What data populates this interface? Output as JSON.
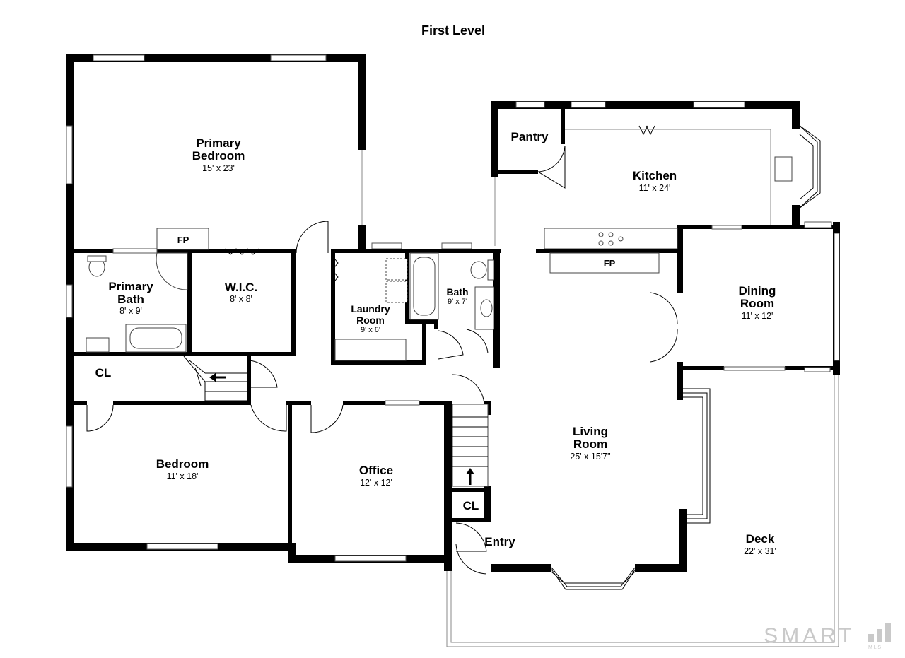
{
  "title": "First Level",
  "rooms": {
    "primary_bedroom": {
      "name_line1": "Primary",
      "name_line2": "Bedroom",
      "dims": "15' x 23'"
    },
    "primary_bath": {
      "name_line1": "Primary",
      "name_line2": "Bath",
      "dims": "8' x 9'"
    },
    "wic": {
      "name": "W.I.C.",
      "dims": "8' x 8'"
    },
    "laundry": {
      "name_line1": "Laundry",
      "name_line2": "Room",
      "dims": "9' x 6'"
    },
    "bath": {
      "name": "Bath",
      "dims": "9' x 7'"
    },
    "pantry": {
      "name": "Pantry"
    },
    "kitchen": {
      "name": "Kitchen",
      "dims": "11' x 24'"
    },
    "dining": {
      "name_line1": "Dining",
      "name_line2": "Room",
      "dims": "11' x 12'"
    },
    "living": {
      "name_line1": "Living",
      "name_line2": "Room",
      "dims": "25' x 15'7\""
    },
    "bedroom": {
      "name": "Bedroom",
      "dims": "11' x 18'"
    },
    "office": {
      "name": "Office",
      "dims": "12' x 12'"
    },
    "deck": {
      "name": "Deck",
      "dims": "22' x 31'"
    },
    "entry": {
      "name": "Entry"
    },
    "closet_left": {
      "name": "CL"
    },
    "closet_entry": {
      "name": "CL"
    }
  },
  "fireplaces": {
    "bedroom": "FP",
    "kitchen": "FP"
  },
  "watermark": {
    "text": "SMART",
    "sub": "M L S"
  }
}
